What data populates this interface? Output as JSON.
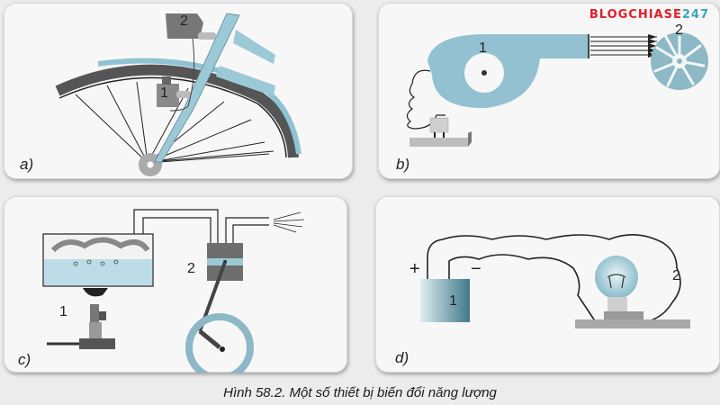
{
  "watermark": {
    "part1": "BLOGCHIASE",
    "part2": "247",
    "color1": "#e0202a",
    "color2": "#3aa6c0"
  },
  "caption": "Hình 58.2. Một số thiết bị biến đổi năng lượng",
  "panels": {
    "a": {
      "letter": "a)",
      "label1": "1",
      "label2": "2",
      "description": "Bicycle dynamo (1) powering headlamp (2)"
    },
    "b": {
      "letter": "b)",
      "label1": "1",
      "label2": "2",
      "description": "Electric blower (1) blowing air onto turbine wheel (2)"
    },
    "c": {
      "letter": "c)",
      "label1": "1",
      "label2": "2",
      "description": "Boiler heated by burner (1) driving steam piston (2)"
    },
    "d": {
      "letter": "d)",
      "label1": "1",
      "label2": "2",
      "plus": "+",
      "minus": "−",
      "description": "Battery (1) connected to light bulb (2)"
    }
  },
  "colors": {
    "accent_blue": "#8fc3d3",
    "dark": "#222222",
    "panel_bg": "#f7f7f7"
  }
}
